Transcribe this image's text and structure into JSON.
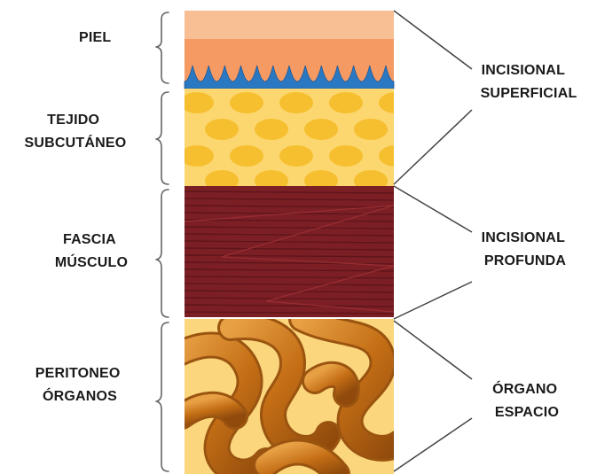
{
  "diagram": {
    "layers": [
      {
        "id": "piel",
        "lines": [
          "PIEL"
        ]
      },
      {
        "id": "subcutaneo",
        "lines": [
          "TEJIDO",
          "SUBCUTÁNEO"
        ]
      },
      {
        "id": "fascia",
        "lines": [
          "FASCIA",
          "MÚSCULO"
        ]
      },
      {
        "id": "peritoneo",
        "lines": [
          "PERITONEO",
          "ÓRGANOS"
        ]
      }
    ],
    "classifications": [
      {
        "id": "superficial",
        "lines": [
          "INCISIONAL",
          "SUPERFICIAL"
        ]
      },
      {
        "id": "profunda",
        "lines": [
          "INCISIONAL",
          "PROFUNDA"
        ]
      },
      {
        "id": "organo",
        "lines": [
          "ÓRGANO",
          "ESPACIO"
        ]
      }
    ],
    "colors": {
      "skin_top": "#f7bf93",
      "skin_mid": "#f59a63",
      "papillae": "#2b78c2",
      "fat_bg": "#fcd770",
      "fat_cell": "#f6bf2f",
      "muscle": "#7b1f25",
      "muscle_line": "#5e1519",
      "organ_bg": "#fbd67d",
      "organ_tube": "#d07a1c",
      "organ_tube_dark": "#9a5410",
      "brace": "#666666"
    }
  }
}
